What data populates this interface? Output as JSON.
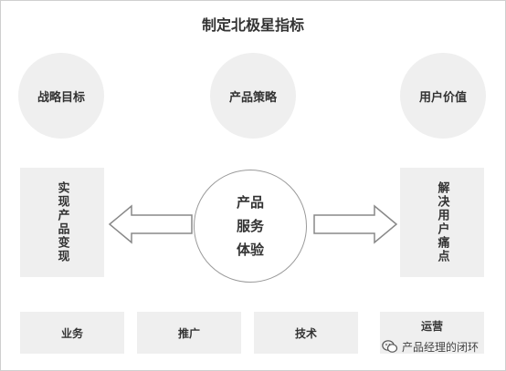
{
  "title": "制定北极星指标",
  "circles": [
    "战略目标",
    "产品策略",
    "用户价值"
  ],
  "left_box": "实现产品变现",
  "right_box": "解决用户痛点",
  "center": [
    "产品",
    "服务",
    "体验"
  ],
  "bottom_boxes": [
    "业务",
    "推广",
    "技术",
    "运营"
  ],
  "watermark": "产品经理的闭环",
  "watermark_icon": "wechat-icon"
}
